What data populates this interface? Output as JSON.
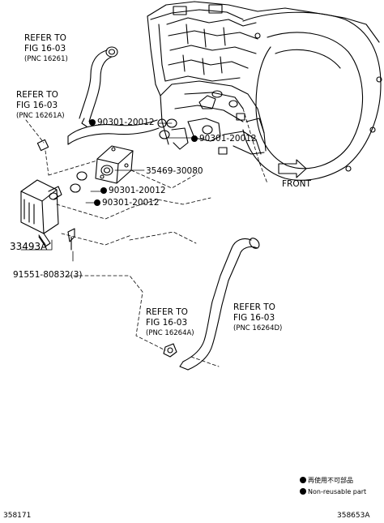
{
  "callouts": {
    "ref1": {
      "line1": "REFER TO",
      "line2": "FIG 16-03",
      "pnc": "(PNC 16261)"
    },
    "ref2": {
      "line1": "REFER TO",
      "line2": "FIG 16-03",
      "pnc": "(PNC 16261A)"
    },
    "ref3": {
      "line1": "REFER TO",
      "line2": "FIG 16-03",
      "pnc": "(PNC 16264A)"
    },
    "ref4": {
      "line1": "REFER TO",
      "line2": "FIG 16-03",
      "pnc": "(PNC 16264D)"
    }
  },
  "parts": {
    "p1": "90301-20012",
    "p2": "90301-20012",
    "p3": "35469-30080",
    "p4": "90301-20012",
    "p5": "90301-20012",
    "p6": "33493A",
    "p7": "91551-80832(3)"
  },
  "front_label": "FRONT",
  "legend": {
    "line1": "再使用不可部品",
    "line2": "Non-reusable part"
  },
  "footer": {
    "left_code": "358171",
    "right_code": "358653A"
  }
}
